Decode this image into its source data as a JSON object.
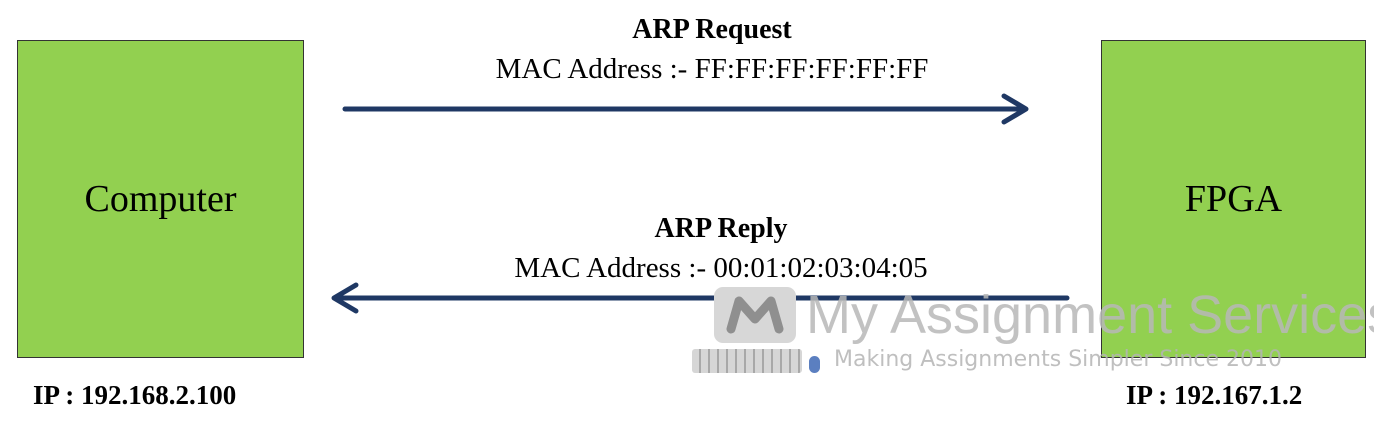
{
  "nodes": {
    "computer": {
      "label": "Computer",
      "ip": "IP : 192.168.2.100"
    },
    "fpga": {
      "label": "FPGA",
      "ip": "IP : 192.167.1.2"
    }
  },
  "messages": {
    "request": {
      "title": "ARP Request",
      "mac": "MAC Address :- FF:FF:FF:FF:FF:FF",
      "direction": "computer-to-fpga"
    },
    "reply": {
      "title": "ARP Reply",
      "mac": "MAC Address :- 00:01:02:03:04:05",
      "direction": "fpga-to-computer"
    }
  },
  "watermark": {
    "logo_letter": "M",
    "brand": "My Assignment Services",
    "tagline": "Making Assignments Simpler Since 2010"
  },
  "colors": {
    "box_fill": "#92d050",
    "arrow": "#1f3864",
    "text": "#000000",
    "watermark": "#b8b8b8"
  }
}
